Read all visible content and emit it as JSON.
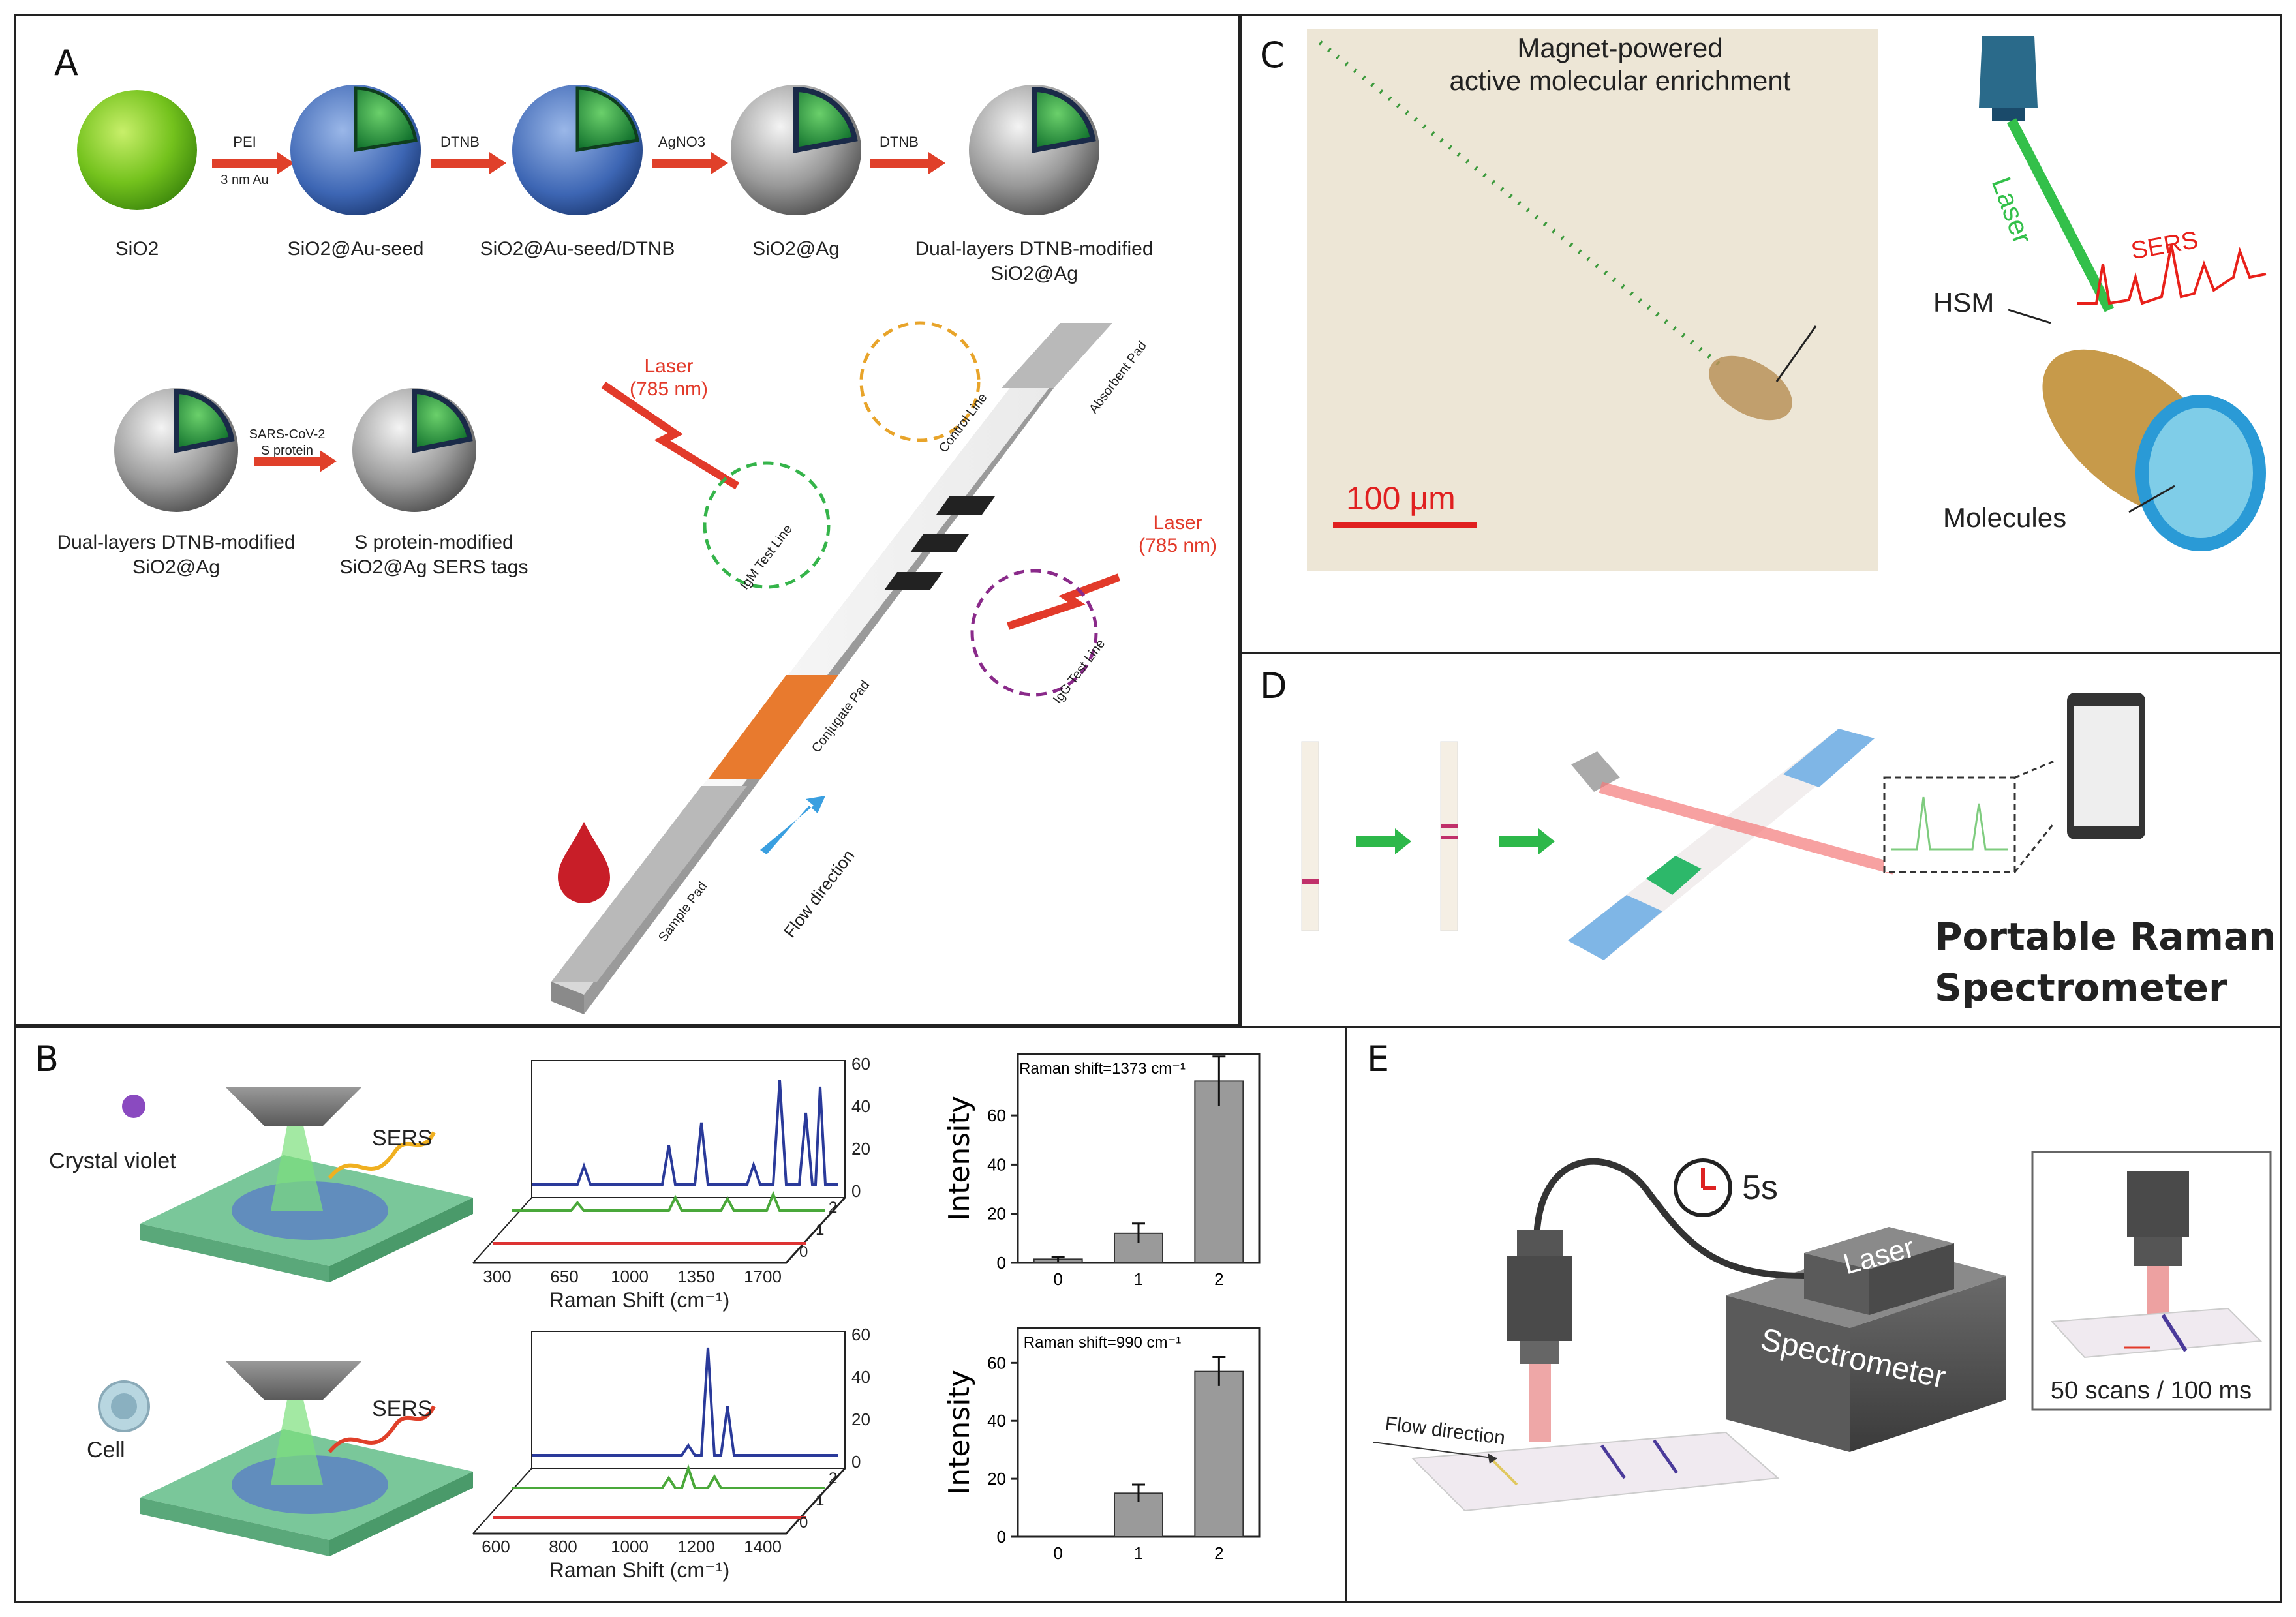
{
  "panels": {
    "a": {
      "label": "A"
    },
    "b": {
      "label": "B"
    },
    "c": {
      "label": "C"
    },
    "d": {
      "label": "D"
    },
    "e": {
      "label": "E"
    }
  },
  "panel_a": {
    "row1": {
      "particles": [
        "SiO2",
        "SiO2@Au-seed",
        "SiO2@Au-seed/DTNB",
        "SiO2@Ag",
        "Dual-layers DTNB-modified",
        "SiO2@Ag"
      ],
      "arrow1": {
        "line1": "PEI",
        "line2": "3 nm Au"
      },
      "arrow2": "DTNB",
      "arrow3": "AgNO3",
      "arrow4": "DTNB"
    },
    "row2": {
      "left_line1": "Dual-layers DTNB-modified",
      "left_line2": "SiO2@Ag",
      "arrow_line1": "SARS-CoV-2",
      "arrow_line2": "S protein",
      "right_line1": "S protein-modified",
      "right_line2": "SiO2@Ag SERS tags"
    },
    "strip": {
      "laser1_line1": "Laser",
      "laser1_line2": "(785 nm)",
      "laser2_line1": "Laser",
      "laser2_line2": "(785 nm)",
      "pads": [
        "Sample Pad",
        "Conjugate Pad",
        "Absorbent Pad"
      ],
      "lines": [
        "IgM Test Line",
        "IgG Test Line",
        "Control Line"
      ],
      "flow": "Flow direction"
    }
  },
  "panel_b": {
    "top_label": "Crystal violet",
    "bottom_label": "Cell",
    "sers_top": "SERS",
    "sers_bottom": "SERS",
    "spectra_top": {
      "xlabel": "Raman Shift (cm⁻¹)",
      "xticks": [
        "300",
        "650",
        "1000",
        "1350",
        "1700"
      ],
      "zticks": [
        "0",
        "20",
        "40",
        "60"
      ],
      "depth_ticks": [
        "0",
        "1",
        "2"
      ]
    },
    "spectra_bottom": {
      "xlabel": "Raman Shift (cm⁻¹)",
      "xticks": [
        "600",
        "800",
        "1000",
        "1200",
        "1400"
      ],
      "zticks": [
        "0",
        "20",
        "40",
        "60"
      ],
      "depth_ticks": [
        "0",
        "1",
        "2"
      ]
    }
  },
  "chart_data": [
    {
      "type": "bar",
      "title": "Raman shift=1373 cm⁻¹",
      "categories": [
        "0",
        "1",
        "2"
      ],
      "values": [
        1.5,
        12,
        74
      ],
      "errors": [
        1,
        4,
        10
      ],
      "ylabel": "Intensity",
      "ylim": [
        0,
        85
      ],
      "yticks": [
        "0",
        "20",
        "40",
        "60"
      ],
      "colors": {
        "bar": "#9a9a9a",
        "axis": "#222222"
      }
    },
    {
      "type": "bar",
      "title": "Raman shift=990 cm⁻¹",
      "categories": [
        "0",
        "1",
        "2"
      ],
      "values": [
        0,
        15,
        57
      ],
      "errors": [
        0,
        3,
        5
      ],
      "ylabel": "Intensity",
      "ylim": [
        0,
        72
      ],
      "yticks": [
        "0",
        "20",
        "40",
        "60"
      ],
      "colors": {
        "bar": "#9a9a9a",
        "axis": "#222222"
      }
    }
  ],
  "panel_c": {
    "title_line1": "Magnet-powered",
    "title_line2": "active molecular enrichment",
    "scale": "100 μm",
    "hsm": "HSM",
    "laser": "Laser",
    "sers": "SERS",
    "molecules": "Molecules"
  },
  "panel_d": {
    "title_line1": "Portable Raman",
    "title_line2": "Spectrometer"
  },
  "panel_e": {
    "timer": "5s",
    "laser_box": "Laser",
    "spectrometer": "Spectrometer",
    "flow": "Flow direction",
    "scans": "50 scans / 100 ms"
  },
  "colors": {
    "arrow_red": "#e0402a",
    "green_arrow": "#2db84a",
    "laser_red": "#e23a2a",
    "sers_red": "#e8201a",
    "blue_pad": "#7fb6e6",
    "orange_pad": "#e87a2e"
  }
}
